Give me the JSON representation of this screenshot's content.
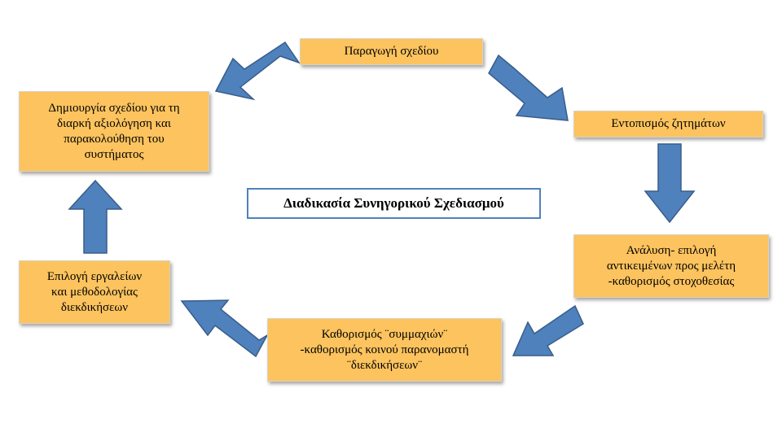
{
  "title": "Διαδικασία Συνηγορικού Σχεδιασμού",
  "steps": {
    "plan_production": "Παραγωγή σχεδίου",
    "issue_identification": "Εντοπισμός ζητημάτων",
    "analysis": "Ανάλυση- επιλογή\nαντικειμένων προς μελέτη\n-καθορισμός στοχοθεσίας",
    "allies": "Καθορισμός ¨συμμαχιών¨\n-καθορισμός κοινού παρανομαστή\n¨διεκδικήσεων¨",
    "tools": "Επιλογή εργαλείων\nκαι μεθοδολογίας\nδιεκδικήσεων",
    "evaluation_plan": "Δημιουργία σχεδίου για τη\nδιαρκή αξιολόγηση και\nπαρακολούθηση του\nσυστήματος"
  },
  "colors": {
    "box_fill": "#fcc35e",
    "arrow_fill": "#4f81bd",
    "arrow_stroke": "#385d8a",
    "title_border": "#4f81bd"
  }
}
